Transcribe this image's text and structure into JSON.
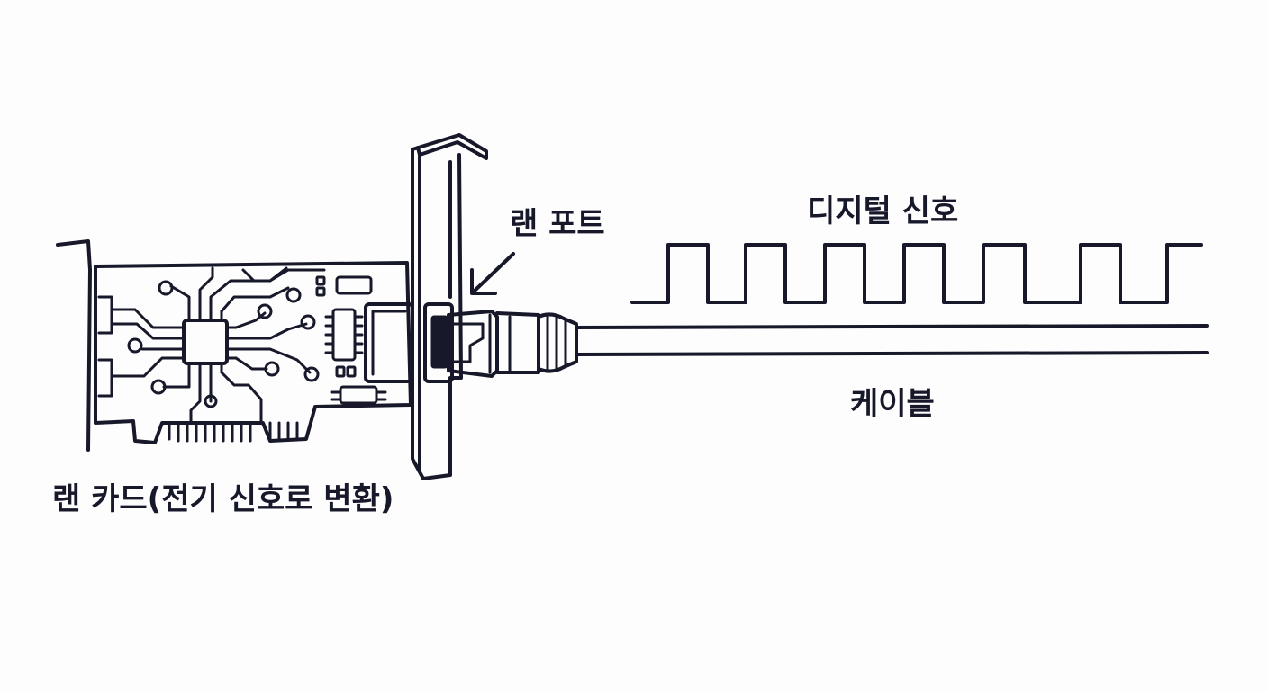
{
  "labels": {
    "lan_port": "랜 포트",
    "digital_signal": "디지털 신호",
    "cable": "케이블",
    "lan_card": "랜 카드(전기 신호로 변환)"
  },
  "colors": {
    "ink": "#17182a",
    "background": "#fdfdfd"
  }
}
